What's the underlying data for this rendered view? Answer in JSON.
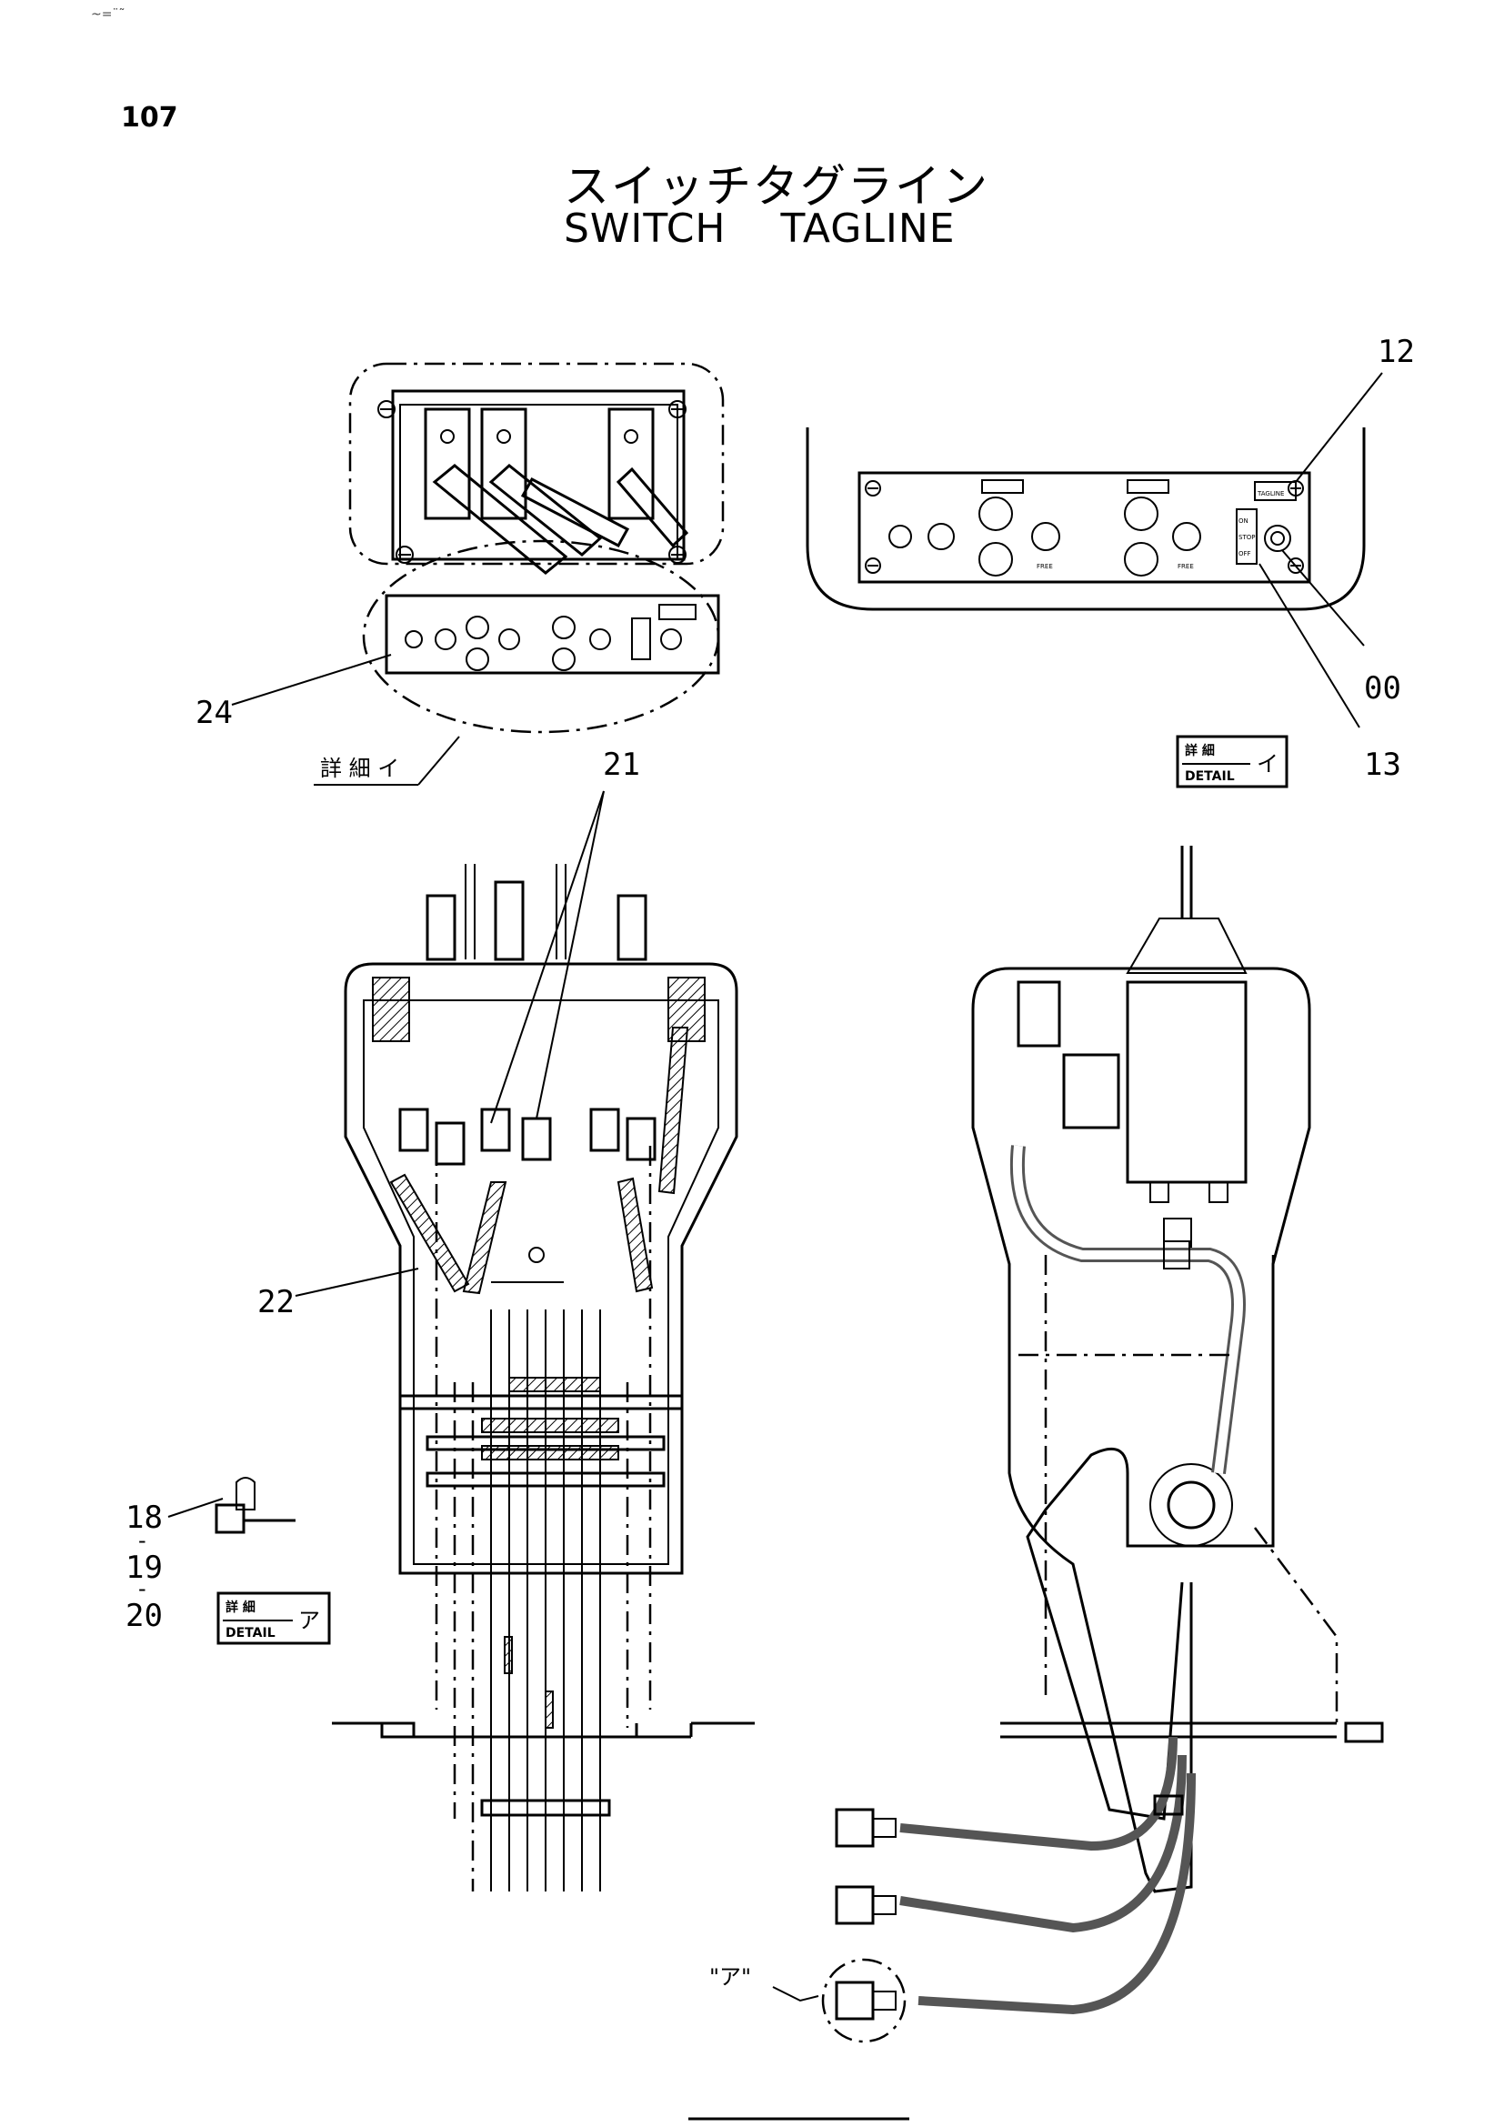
{
  "page_number": "107",
  "scan_mark": "~=¨˜",
  "title": {
    "japanese": "スイッチタグライン",
    "english": "SWITCH    TAGLINE"
  },
  "callouts": {
    "c12": "12",
    "c00": "00",
    "c13": "13",
    "c24": "24",
    "c21": "21",
    "c22": "22",
    "c18": "18",
    "c19": "19",
    "c20": "20"
  },
  "detail_labels": {
    "detail_i_jp": "詳 細 イ",
    "detail_i_box_jp": "詳 細",
    "detail_i_box_en": "DETAIL",
    "detail_i_box_mark": "イ",
    "detail_a_box_jp": "詳 細",
    "detail_a_box_en": "DETAIL",
    "detail_a_box_mark": "ア",
    "view_a": "\"ア\""
  },
  "panel_labels": {
    "on": "ON",
    "stop": "STOP",
    "off": "OFF",
    "tagline": "TAGLINE",
    "free": "FREE"
  }
}
